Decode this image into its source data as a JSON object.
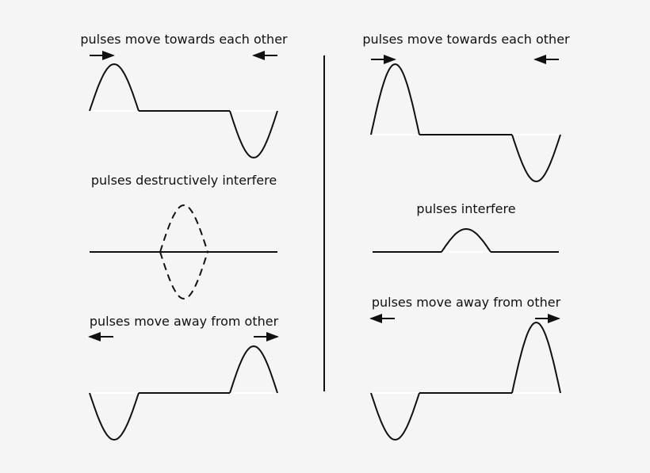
{
  "left_panel": {
    "title_1": "pulses move towards each other",
    "title_2": "pulses destructively interfere",
    "title_3": "pulses move away from other"
  },
  "right_panel": {
    "title_1": "pulses move towards each other",
    "title_2": "pulses interfere",
    "title_3": "pulses move away from other"
  }
}
